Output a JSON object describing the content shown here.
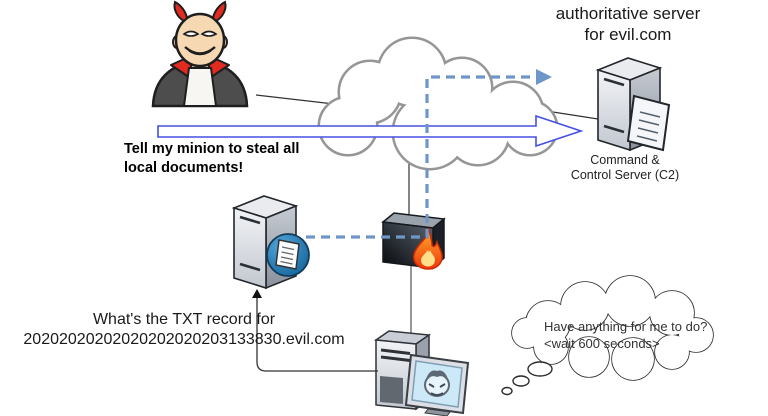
{
  "diagram": {
    "title": "DNS tunneling command-and-control diagram",
    "labels": {
      "auth_server_line1": "authoritative server",
      "auth_server_line2": "for evil.com",
      "c2_caption_line1": "Command &",
      "c2_caption_line2": "Control Server (C2)",
      "command_line1": "Tell my minion to steal all",
      "command_line2": "local documents!",
      "query_line1": "What's the TXT record for",
      "query_line2": "20202020202020202020203133830.evil.com",
      "thought_line1": "Have anything for me to do?",
      "thought_line2": "<wait 600 seconds>"
    },
    "icons": {
      "attacker": "devil-attacker-icon",
      "internet": "cloud-icon",
      "c2_server": "server-with-document-icon",
      "dns_resolver": "server-with-dns-record-badge-icon",
      "firewall": "firewall-with-fire-icon",
      "infected_host": "computer-with-villain-screen-icon",
      "thought": "thought-bubble"
    },
    "colors": {
      "arrow_blue": "#4650e6",
      "dashed_blue": "#6e96c8",
      "cloud_outline": "#969696",
      "line_dark": "#333333",
      "fire_orange": "#ff9a1f",
      "badge_blue": "#0b5c92"
    }
  }
}
